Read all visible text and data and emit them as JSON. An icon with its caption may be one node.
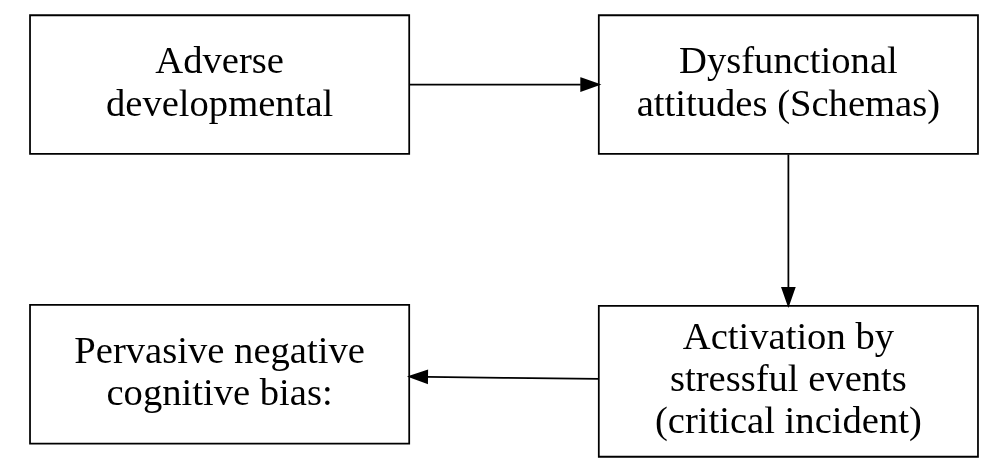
{
  "diagram": {
    "nodes": [
      {
        "text": [
          "Adverse developmental"
        ]
      },
      {
        "text": [
          "Dysfunctional attitudes (Schemas)"
        ]
      },
      {
        "text": [
          "Pervasive negative cognitive bias:"
        ]
      },
      {
        "text": [
          "Activation by stressful events (critical incident)"
        ]
      }
    ],
    "edges": [
      {
        "from": 0,
        "to": 1,
        "arrow": "to"
      },
      {
        "from": 1,
        "to": 3,
        "arrow": "to"
      },
      {
        "from": 3,
        "to": 2,
        "arrow": "to"
      }
    ]
  }
}
